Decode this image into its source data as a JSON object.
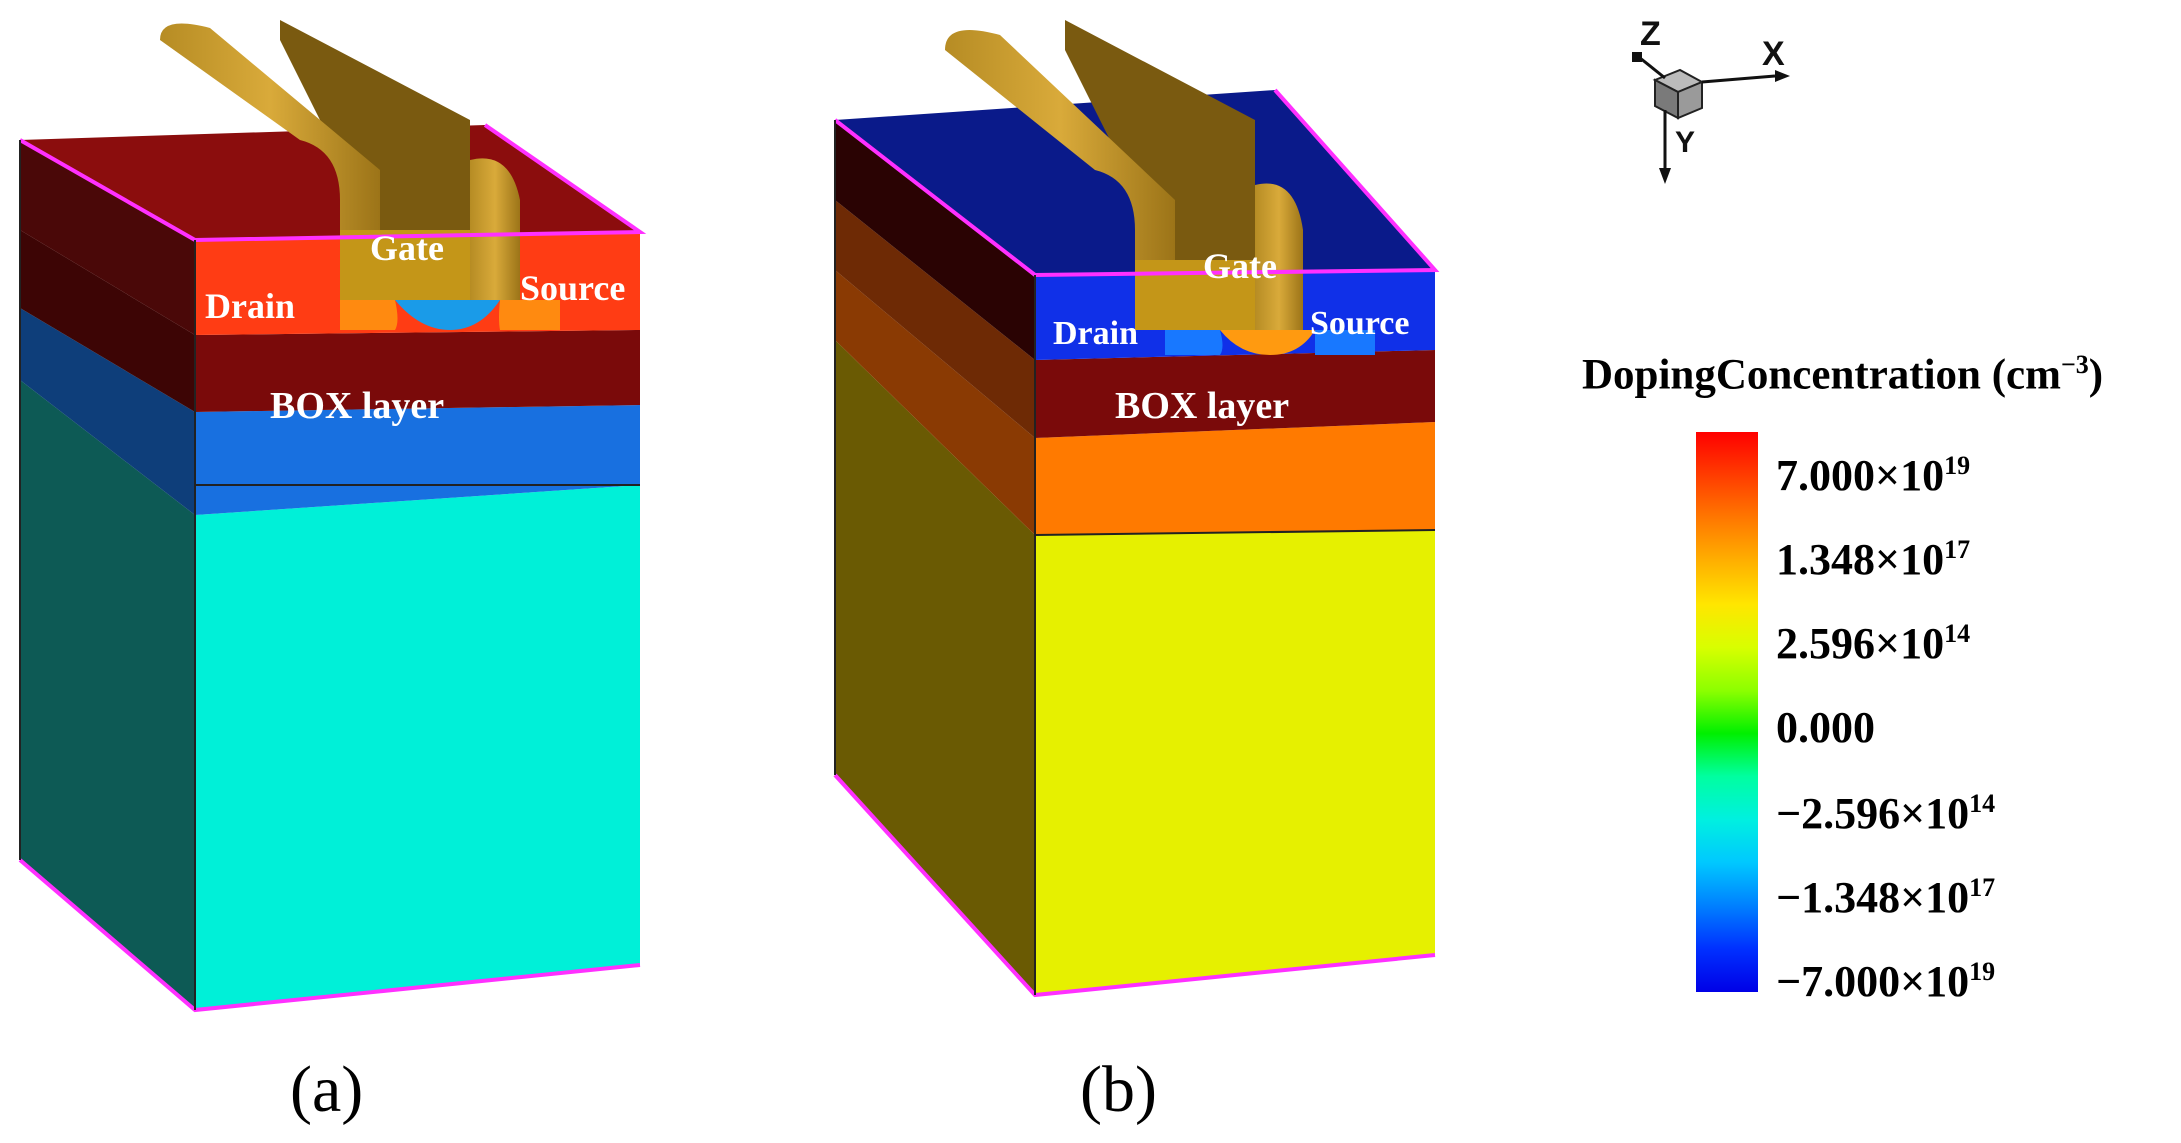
{
  "panels": [
    {
      "label": "(a)",
      "region_labels": {
        "gate": "Gate",
        "drain": "Drain",
        "source": "Source",
        "box": "BOX layer"
      },
      "colors": {
        "top_layer": "#8b0d0d",
        "top_layer_side": "#4a0808",
        "drain_source": "#ff3c14",
        "channel": "#1a9be8",
        "box": "#7a0a0a",
        "box_side": "#3d0505",
        "ground_plane": "#1870e0",
        "ground_plane_side": "#0e3e7a",
        "substrate": "#00f0d8",
        "substrate_side": "#0d5a55",
        "gate": "#7a5a10",
        "spacer": "#c7981a"
      }
    },
    {
      "label": "(b)",
      "region_labels": {
        "gate": "Gate",
        "drain": "Drain",
        "source": "Source",
        "box": "BOX layer"
      },
      "colors": {
        "top_layer": "#0a1a8a",
        "top_layer_side": "#2a0303",
        "drain_source": "#1030e8",
        "channel": "#ff9a10",
        "box": "#7a0a0a",
        "box_side": "#6e2a05",
        "ground_plane": "#ff7a00",
        "ground_plane_side": "#8a3a03",
        "substrate": "#e6f000",
        "substrate_side": "#6a5a03",
        "gate": "#7a5a10",
        "spacer": "#c7981a"
      }
    }
  ],
  "axes": {
    "z": "Z",
    "x": "X",
    "y": "Y"
  },
  "legend": {
    "title": "DopingConcentration (cm",
    "title_exponent": "−3",
    "title_close": ")",
    "ticks": [
      {
        "mantissa": "7.000×10",
        "exponent": "19"
      },
      {
        "mantissa": "1.348×10",
        "exponent": "17"
      },
      {
        "mantissa": "2.596×10",
        "exponent": "14"
      },
      {
        "mantissa": "0.000",
        "exponent": ""
      },
      {
        "mantissa": "−2.596×10",
        "exponent": "14"
      },
      {
        "mantissa": "−1.348×10",
        "exponent": "17"
      },
      {
        "mantissa": "−7.000×10",
        "exponent": "19"
      }
    ],
    "colorscale": [
      "#ff0000",
      "#ff3c00",
      "#ff7800",
      "#ffb000",
      "#ffe600",
      "#d8ff00",
      "#8cff00",
      "#00f000",
      "#00ffa0",
      "#00f0e0",
      "#00c8ff",
      "#0080ff",
      "#0030ff",
      "#0000e6"
    ]
  }
}
